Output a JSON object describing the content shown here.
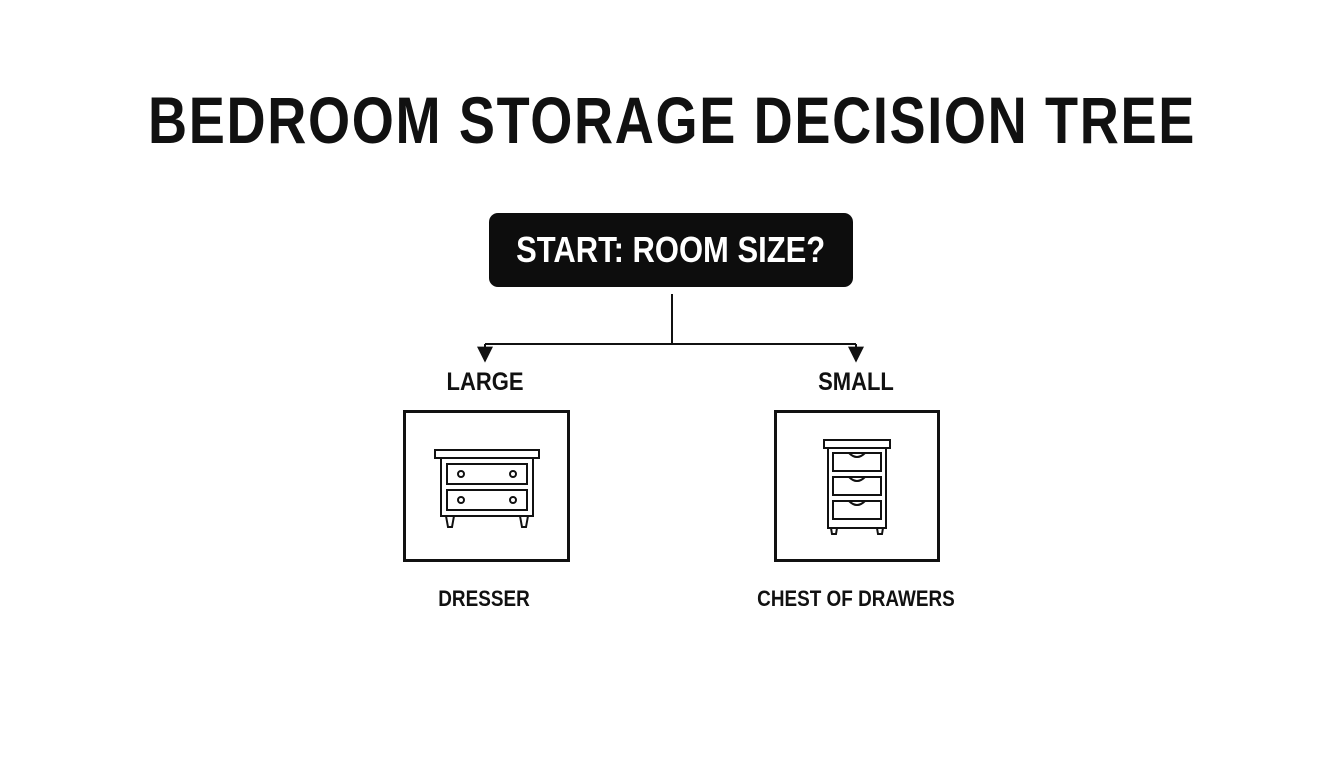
{
  "title": "BEDROOM STORAGE DECISION TREE",
  "start_node": {
    "label": "START: ROOM SIZE?"
  },
  "branches": [
    {
      "condition": "LARGE",
      "result": "DRESSER",
      "icon": "dresser-icon"
    },
    {
      "condition": "SMALL",
      "result": "CHEST OF DRAWERS",
      "icon": "chest-of-drawers-icon"
    }
  ],
  "colors": {
    "node_fill": "#0d0d0d",
    "node_text": "#ffffff",
    "line": "#111111",
    "background": "#ffffff"
  }
}
